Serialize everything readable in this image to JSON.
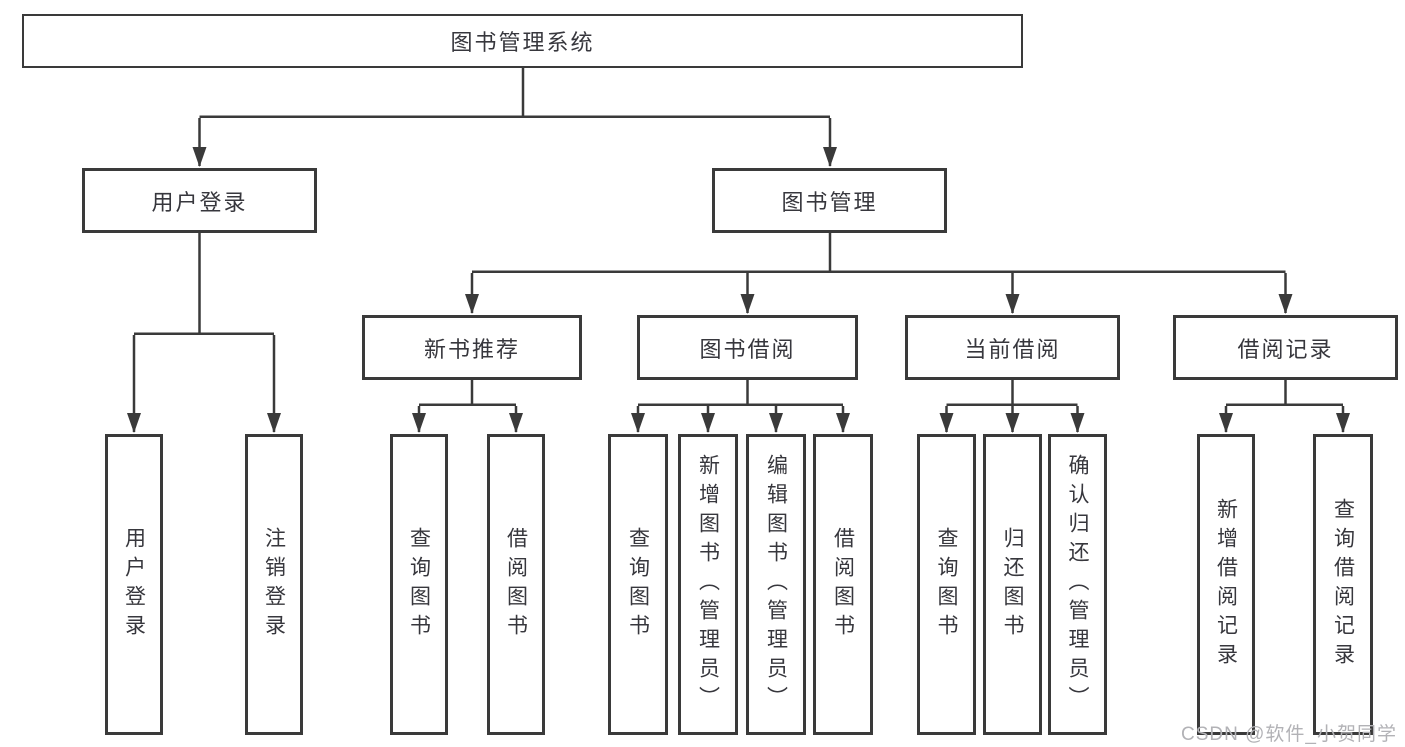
{
  "tree": {
    "root": {
      "label": "图书管理系统"
    },
    "branches": [
      {
        "label": "用户登录",
        "children": [
          {
            "label": "用户登录"
          },
          {
            "label": "注销登录"
          }
        ]
      },
      {
        "label": "图书管理",
        "children": [
          {
            "label": "新书推荐",
            "children": [
              {
                "label": "查询图书"
              },
              {
                "label": "借阅图书"
              }
            ]
          },
          {
            "label": "图书借阅",
            "children": [
              {
                "label": "查询图书"
              },
              {
                "label": "新增图书（管理员）"
              },
              {
                "label": "编辑图书（管理员）"
              },
              {
                "label": "借阅图书"
              }
            ]
          },
          {
            "label": "当前借阅",
            "children": [
              {
                "label": "查询图书"
              },
              {
                "label": "归还图书"
              },
              {
                "label": "确认归还（管理员）"
              }
            ]
          },
          {
            "label": "借阅记录",
            "children": [
              {
                "label": "新增借阅记录"
              },
              {
                "label": "查询借阅记录"
              }
            ]
          }
        ]
      }
    ]
  },
  "watermark": {
    "text": "CSDN @软件_小贺同学"
  },
  "colors": {
    "line": "#3a3a3a",
    "box_border": "#3a3a3a",
    "text": "#37373d",
    "watermark": "#b2b2b6",
    "background": "#ffffff"
  }
}
